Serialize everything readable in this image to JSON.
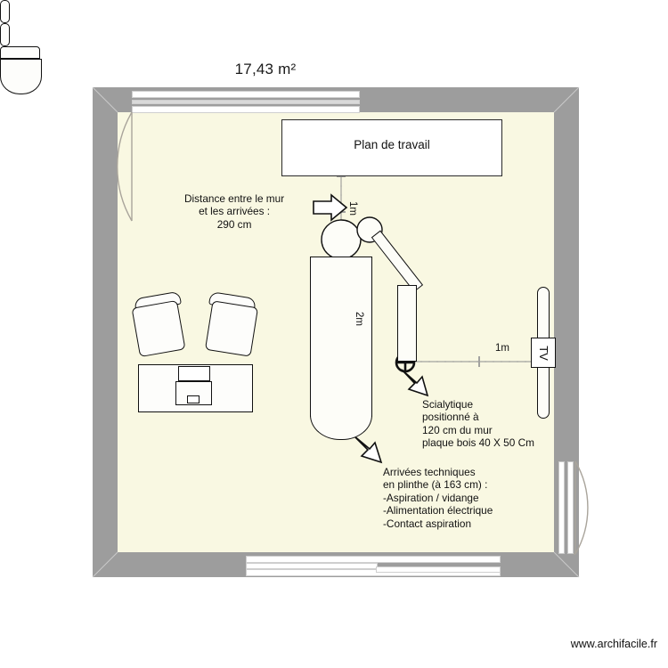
{
  "plan": {
    "area_label": "17,43 m²",
    "footer_url": "www.archifacile.fr",
    "colors": {
      "wall": "#9d9d9d",
      "floor": "#f9f8e2",
      "outline": "#111111",
      "window": "#ffffff",
      "swing_arc": "#a9a49b"
    }
  },
  "furniture": {
    "worktop_label": "Plan de travail",
    "tv_label": "TV"
  },
  "annotations": {
    "distance_wall": "Distance entre le mur\net les arrivées :\n290 cm",
    "scialytique": "Scialytique\npositionné à\n120 cm du mur\nplaque bois 40 X 50 Cm",
    "arrivees": "Arrivées techniques\nen plinthe (à 163 cm) :\n-Aspiration / vidange\n-Alimentation électrique\n-Contact aspiration"
  },
  "dimensions": {
    "vertical_top": "1m",
    "vertical_main": "2m",
    "horizontal_right": "1m"
  }
}
